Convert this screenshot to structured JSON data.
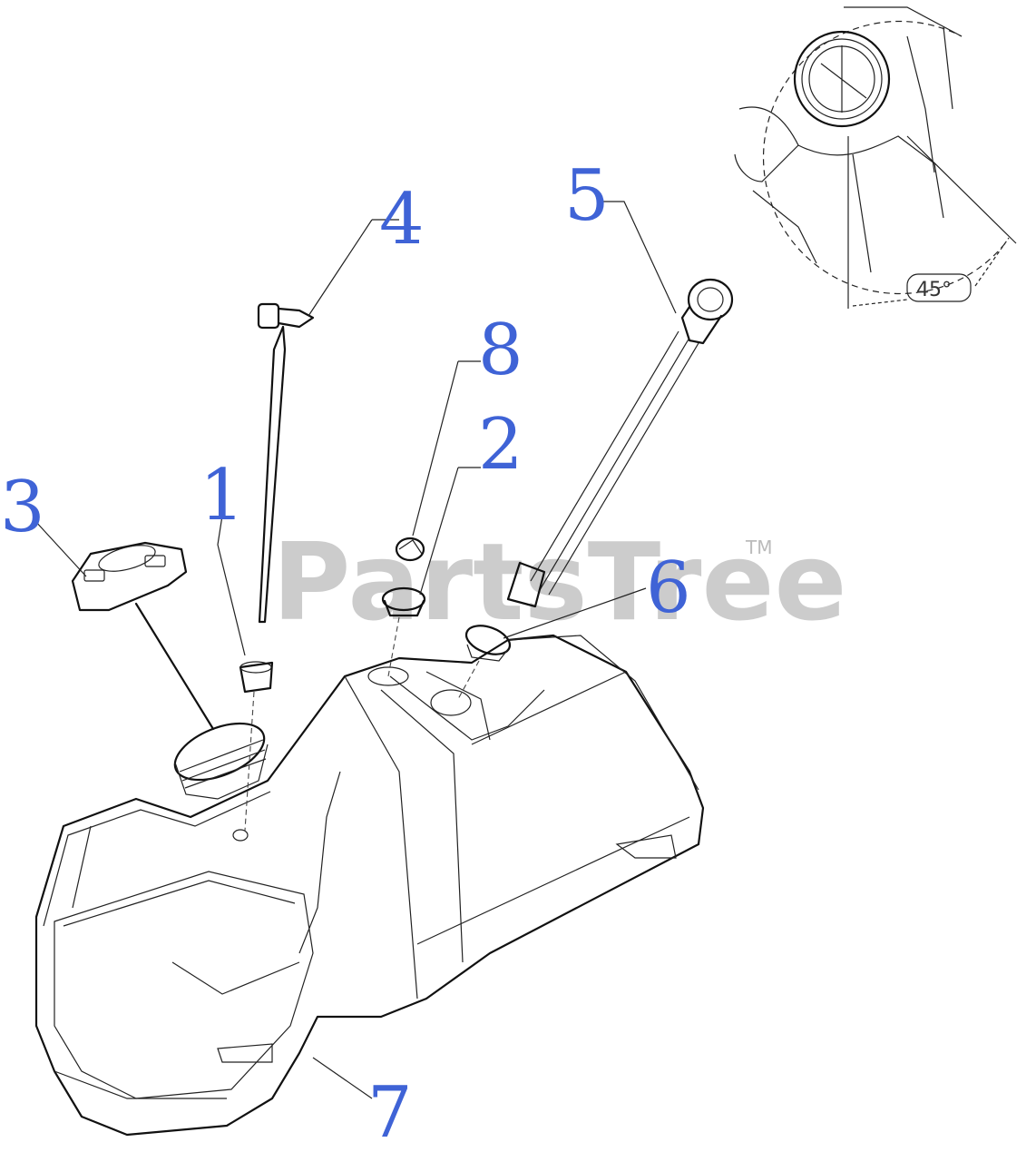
{
  "watermark": {
    "text": "PartsTree",
    "tm": "TM"
  },
  "detail": {
    "angle_label": "45°"
  },
  "callouts": {
    "c1": "1",
    "c2": "2",
    "c3": "3",
    "c4": "4",
    "c5": "5",
    "c6": "6",
    "c7": "7",
    "c8": "8"
  },
  "colors": {
    "callout": "#3f63d6",
    "linework": "#111111",
    "watermark": "#cccccc"
  }
}
